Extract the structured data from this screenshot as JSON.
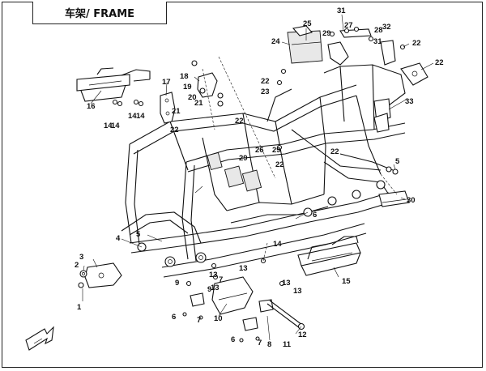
{
  "title": "车架/ FRAME",
  "callouts": [
    {
      "id": "c1",
      "text": "1"
    },
    {
      "id": "c2",
      "text": "2"
    },
    {
      "id": "c3",
      "text": "3"
    },
    {
      "id": "c4",
      "text": "4"
    },
    {
      "id": "c5a",
      "text": "5"
    },
    {
      "id": "c5b",
      "text": "5"
    },
    {
      "id": "c6a",
      "text": "6"
    },
    {
      "id": "c6b",
      "text": "6"
    },
    {
      "id": "c6c",
      "text": "6"
    },
    {
      "id": "c7a",
      "text": "7"
    },
    {
      "id": "c7b",
      "text": "7"
    },
    {
      "id": "c7c",
      "text": "7"
    },
    {
      "id": "c8",
      "text": "8"
    },
    {
      "id": "c9a",
      "text": "9"
    },
    {
      "id": "c9b",
      "text": "9"
    },
    {
      "id": "c10",
      "text": "10"
    },
    {
      "id": "c11",
      "text": "11"
    },
    {
      "id": "c12",
      "text": "12"
    },
    {
      "id": "c13a",
      "text": "13"
    },
    {
      "id": "c13b",
      "text": "13"
    },
    {
      "id": "c13c",
      "text": "13"
    },
    {
      "id": "c13d",
      "text": "13"
    },
    {
      "id": "c13e",
      "text": "13"
    },
    {
      "id": "c14a",
      "text": "14"
    },
    {
      "id": "c14b",
      "text": "14"
    },
    {
      "id": "c14c",
      "text": "14"
    },
    {
      "id": "c14d",
      "text": "14"
    },
    {
      "id": "c14e",
      "text": "14"
    },
    {
      "id": "c15",
      "text": "15"
    },
    {
      "id": "c16",
      "text": "16"
    },
    {
      "id": "c17",
      "text": "17"
    },
    {
      "id": "c18",
      "text": "18"
    },
    {
      "id": "c19",
      "text": "19"
    },
    {
      "id": "c20",
      "text": "20"
    },
    {
      "id": "c21a",
      "text": "21"
    },
    {
      "id": "c21b",
      "text": "21"
    },
    {
      "id": "c22a",
      "text": "22"
    },
    {
      "id": "c22b",
      "text": "22"
    },
    {
      "id": "c22c",
      "text": "22"
    },
    {
      "id": "c22d",
      "text": "22"
    },
    {
      "id": "c22e",
      "text": "22"
    },
    {
      "id": "c22f",
      "text": "22"
    },
    {
      "id": "c22g",
      "text": "22"
    },
    {
      "id": "c23",
      "text": "23"
    },
    {
      "id": "c24",
      "text": "24"
    },
    {
      "id": "c25",
      "text": "25"
    },
    {
      "id": "c26",
      "text": "26"
    },
    {
      "id": "c27",
      "text": "27"
    },
    {
      "id": "c28",
      "text": "28"
    },
    {
      "id": "c29a",
      "text": "29"
    },
    {
      "id": "c29b",
      "text": "29"
    },
    {
      "id": "c29c",
      "text": "29"
    },
    {
      "id": "c30",
      "text": "30"
    },
    {
      "id": "c31a",
      "text": "31"
    },
    {
      "id": "c31b",
      "text": "31"
    },
    {
      "id": "c32",
      "text": "32"
    },
    {
      "id": "c33",
      "text": "33"
    }
  ],
  "colors": {
    "line": "#111111",
    "background": "#ffffff",
    "shade": "#e8e8e8"
  }
}
